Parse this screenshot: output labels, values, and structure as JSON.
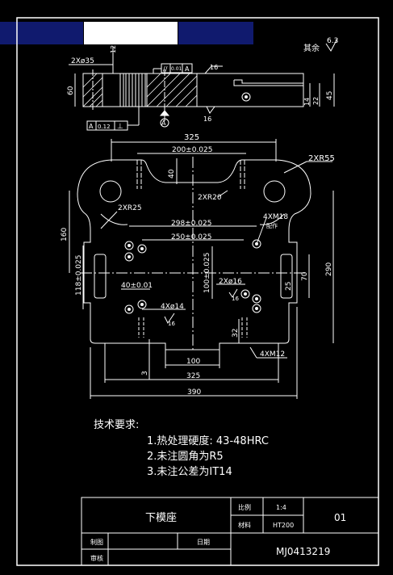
{
  "header": {
    "bars": [
      "#101a6e",
      "#ffffff",
      "#101a6e"
    ]
  },
  "roughness": {
    "other": "其余",
    "value": "6.3"
  },
  "dims": {
    "hole_top": "2Xø35",
    "d12": "12",
    "d16a": "16",
    "d16b": "16",
    "d60": "60",
    "d45": "45",
    "d14": "14",
    "d22": "22",
    "d325": "325",
    "d200": "200±0.025",
    "d40": "40",
    "r55": "2XR55",
    "r20": "2XR20",
    "r25": "2XR25",
    "m18": "4XM18",
    "m18_sub": "配作",
    "d298": "298±0.025",
    "d250": "250±0.025",
    "d160": "160",
    "d290": "290",
    "d118": "118±0.025",
    "d70": "70",
    "d25": "25",
    "d16phi": "2Xø16",
    "d16phi_sub": "16",
    "d40b": "40±0.01",
    "d100v": "100±0.025",
    "d14phi": "4Xø14",
    "d14phi_sub": "16",
    "d32": "32",
    "m12": "4XM12",
    "d100": "100",
    "d3": "3",
    "d325b": "325",
    "d390": "390"
  },
  "tolerance": {
    "par": "//",
    "val": "0.01",
    "datum": "A"
  },
  "tolerance2": {
    "datum": "A",
    "val": "0.12",
    "sym": "⊥"
  },
  "datum_mark": "A",
  "tech": {
    "heading": "技术要求:",
    "items": [
      "1.热处理硬度: 43-48HRC",
      "2.未注圆角为R5",
      "3.未注公差为IT14"
    ]
  },
  "title_block": {
    "part_name": "下模座",
    "scale_label": "比例",
    "scale_value": "1:4",
    "material_label": "材料",
    "material_value": "HT200",
    "sheet_no": "01",
    "drawn_label": "制图",
    "date_label": "日期",
    "checked_label": "审核",
    "drawing_no": "MJ0413219"
  }
}
